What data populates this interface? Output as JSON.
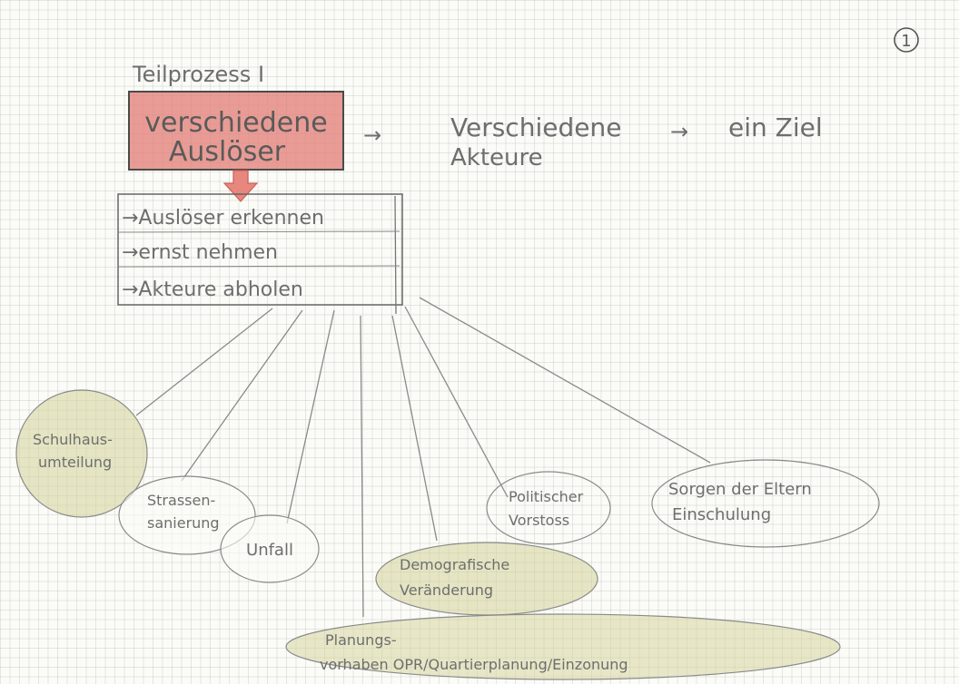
{
  "page_number": "1",
  "title": "Teilprozess I",
  "trigger_box": {
    "line1": "verschiedene",
    "line2": "Auslöser"
  },
  "flow": {
    "arrow1": "→",
    "actors_line1": "Verschiedene",
    "actors_line2": "Akteure",
    "arrow2": "→",
    "goal": "ein Ziel"
  },
  "steps": [
    "→Auslöser erkennen",
    "→ernst nehmen",
    "→Akteure abholen"
  ],
  "triggers": {
    "schulhaus": {
      "line1": "Schulhaus-",
      "line2": "umteilung"
    },
    "strassen": {
      "line1": "Strassen-",
      "line2": "sanierung"
    },
    "unfall": {
      "line1": "Unfall"
    },
    "demografie": {
      "line1": "Demografische",
      "line2": "Veränderung"
    },
    "politisch": {
      "line1": "Politischer",
      "line2": "Vorstoss"
    },
    "sorgen": {
      "line1": "Sorgen der Eltern",
      "line2": "Einschulung"
    },
    "planung": {
      "line1": "Planungs-",
      "line2": "vorhaben OPR/Quartierplanung/Einzonung"
    }
  },
  "colors": {
    "red_fill": "#e8877e",
    "highlight_green": "#c9c98a",
    "pencil": "#6e6e6e"
  }
}
